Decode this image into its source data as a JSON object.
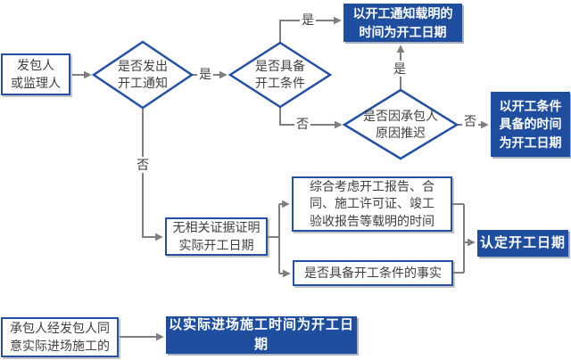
{
  "colors": {
    "accent_blue_fill": "#1F4E9E",
    "border_blue": "#2450A4",
    "connector_gray": "#7F7F7F",
    "text_dark": "#3F3F3F",
    "result_text": "#FFFFFF"
  },
  "nodes": {
    "employer": {
      "text": "发包人\n或监理人"
    },
    "notice_decision": {
      "text": "是否发出\n开工通知"
    },
    "condition_decision": {
      "text": "是否具备\n开工条件"
    },
    "delay_decision": {
      "text": "是否因承包人\n原因推迟"
    },
    "notice_time_result": {
      "text": "以开工通知载明的\n时间为开工日期"
    },
    "condition_time_result": {
      "text": "以开工条件\n具备的时间\n为开工日期"
    },
    "no_evidence": {
      "text": "无相关证据证明\n实际开工日期"
    },
    "comprehensive": {
      "text": "综合考虑开工报告、合\n同、施工许可证、竣工\n验收报告等载明的时间"
    },
    "condition_fact": {
      "text": "是否具备开工条件的事实"
    },
    "determine_result": {
      "text": "认定开工日期"
    },
    "contractor": {
      "text": "承包人经发包人同\n意实际进场施工的"
    },
    "actual_entry_result": {
      "text": "以实际进场施工时间为开工日期"
    }
  },
  "edge_labels": {
    "notice_yes": "是",
    "notice_no": "否",
    "condition_yes": "是",
    "condition_no": "否",
    "delay_yes": "是",
    "delay_no": "否"
  }
}
